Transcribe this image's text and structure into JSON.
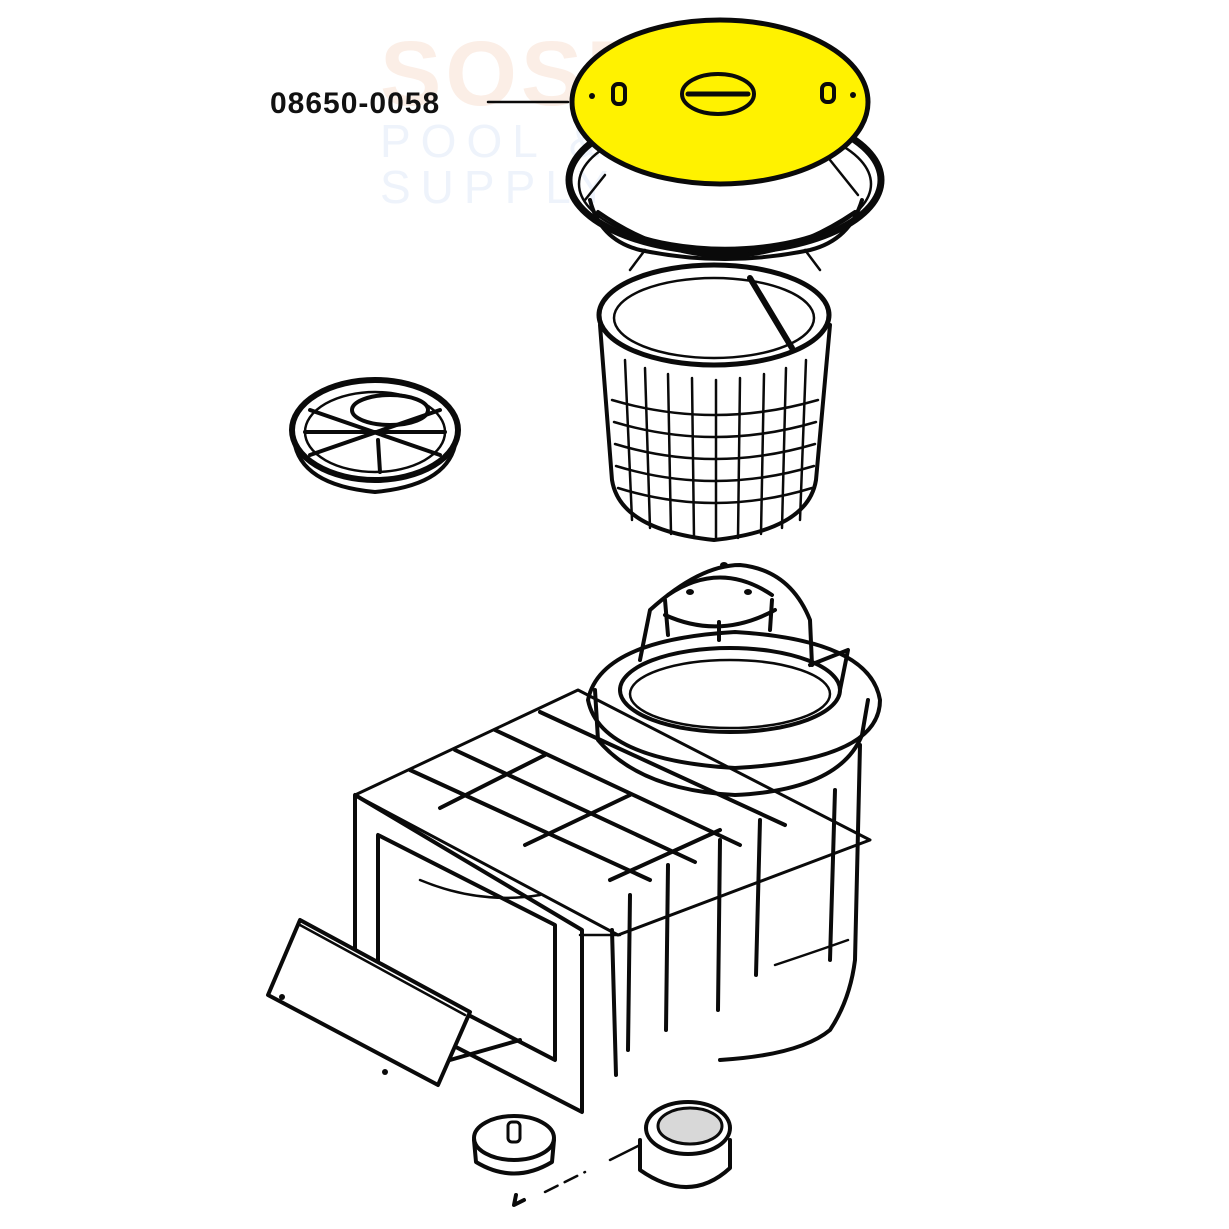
{
  "diagram": {
    "type": "exploded parts diagram",
    "subject": "pool skimmer assembly",
    "highlight_color": "#FFF200",
    "line_color": "#0A0A0A",
    "background": "#FFFFFF"
  },
  "watermark": {
    "line1": "SOSPOOL",
    "line2": "POOL & SPA SUPPLY"
  },
  "callouts": [
    {
      "part_number": "08650-0058",
      "points_to": "skimmer lid (highlighted yellow)"
    }
  ],
  "parts": [
    {
      "name": "skimmer-lid",
      "highlighted": true
    },
    {
      "name": "lid-collar-ring",
      "highlighted": false
    },
    {
      "name": "skimmer-basket",
      "highlighted": false
    },
    {
      "name": "flow-adjuster-plate",
      "highlighted": false
    },
    {
      "name": "skimmer-body",
      "highlighted": false
    },
    {
      "name": "weir-door",
      "highlighted": false
    },
    {
      "name": "port-plug",
      "highlighted": false
    }
  ]
}
